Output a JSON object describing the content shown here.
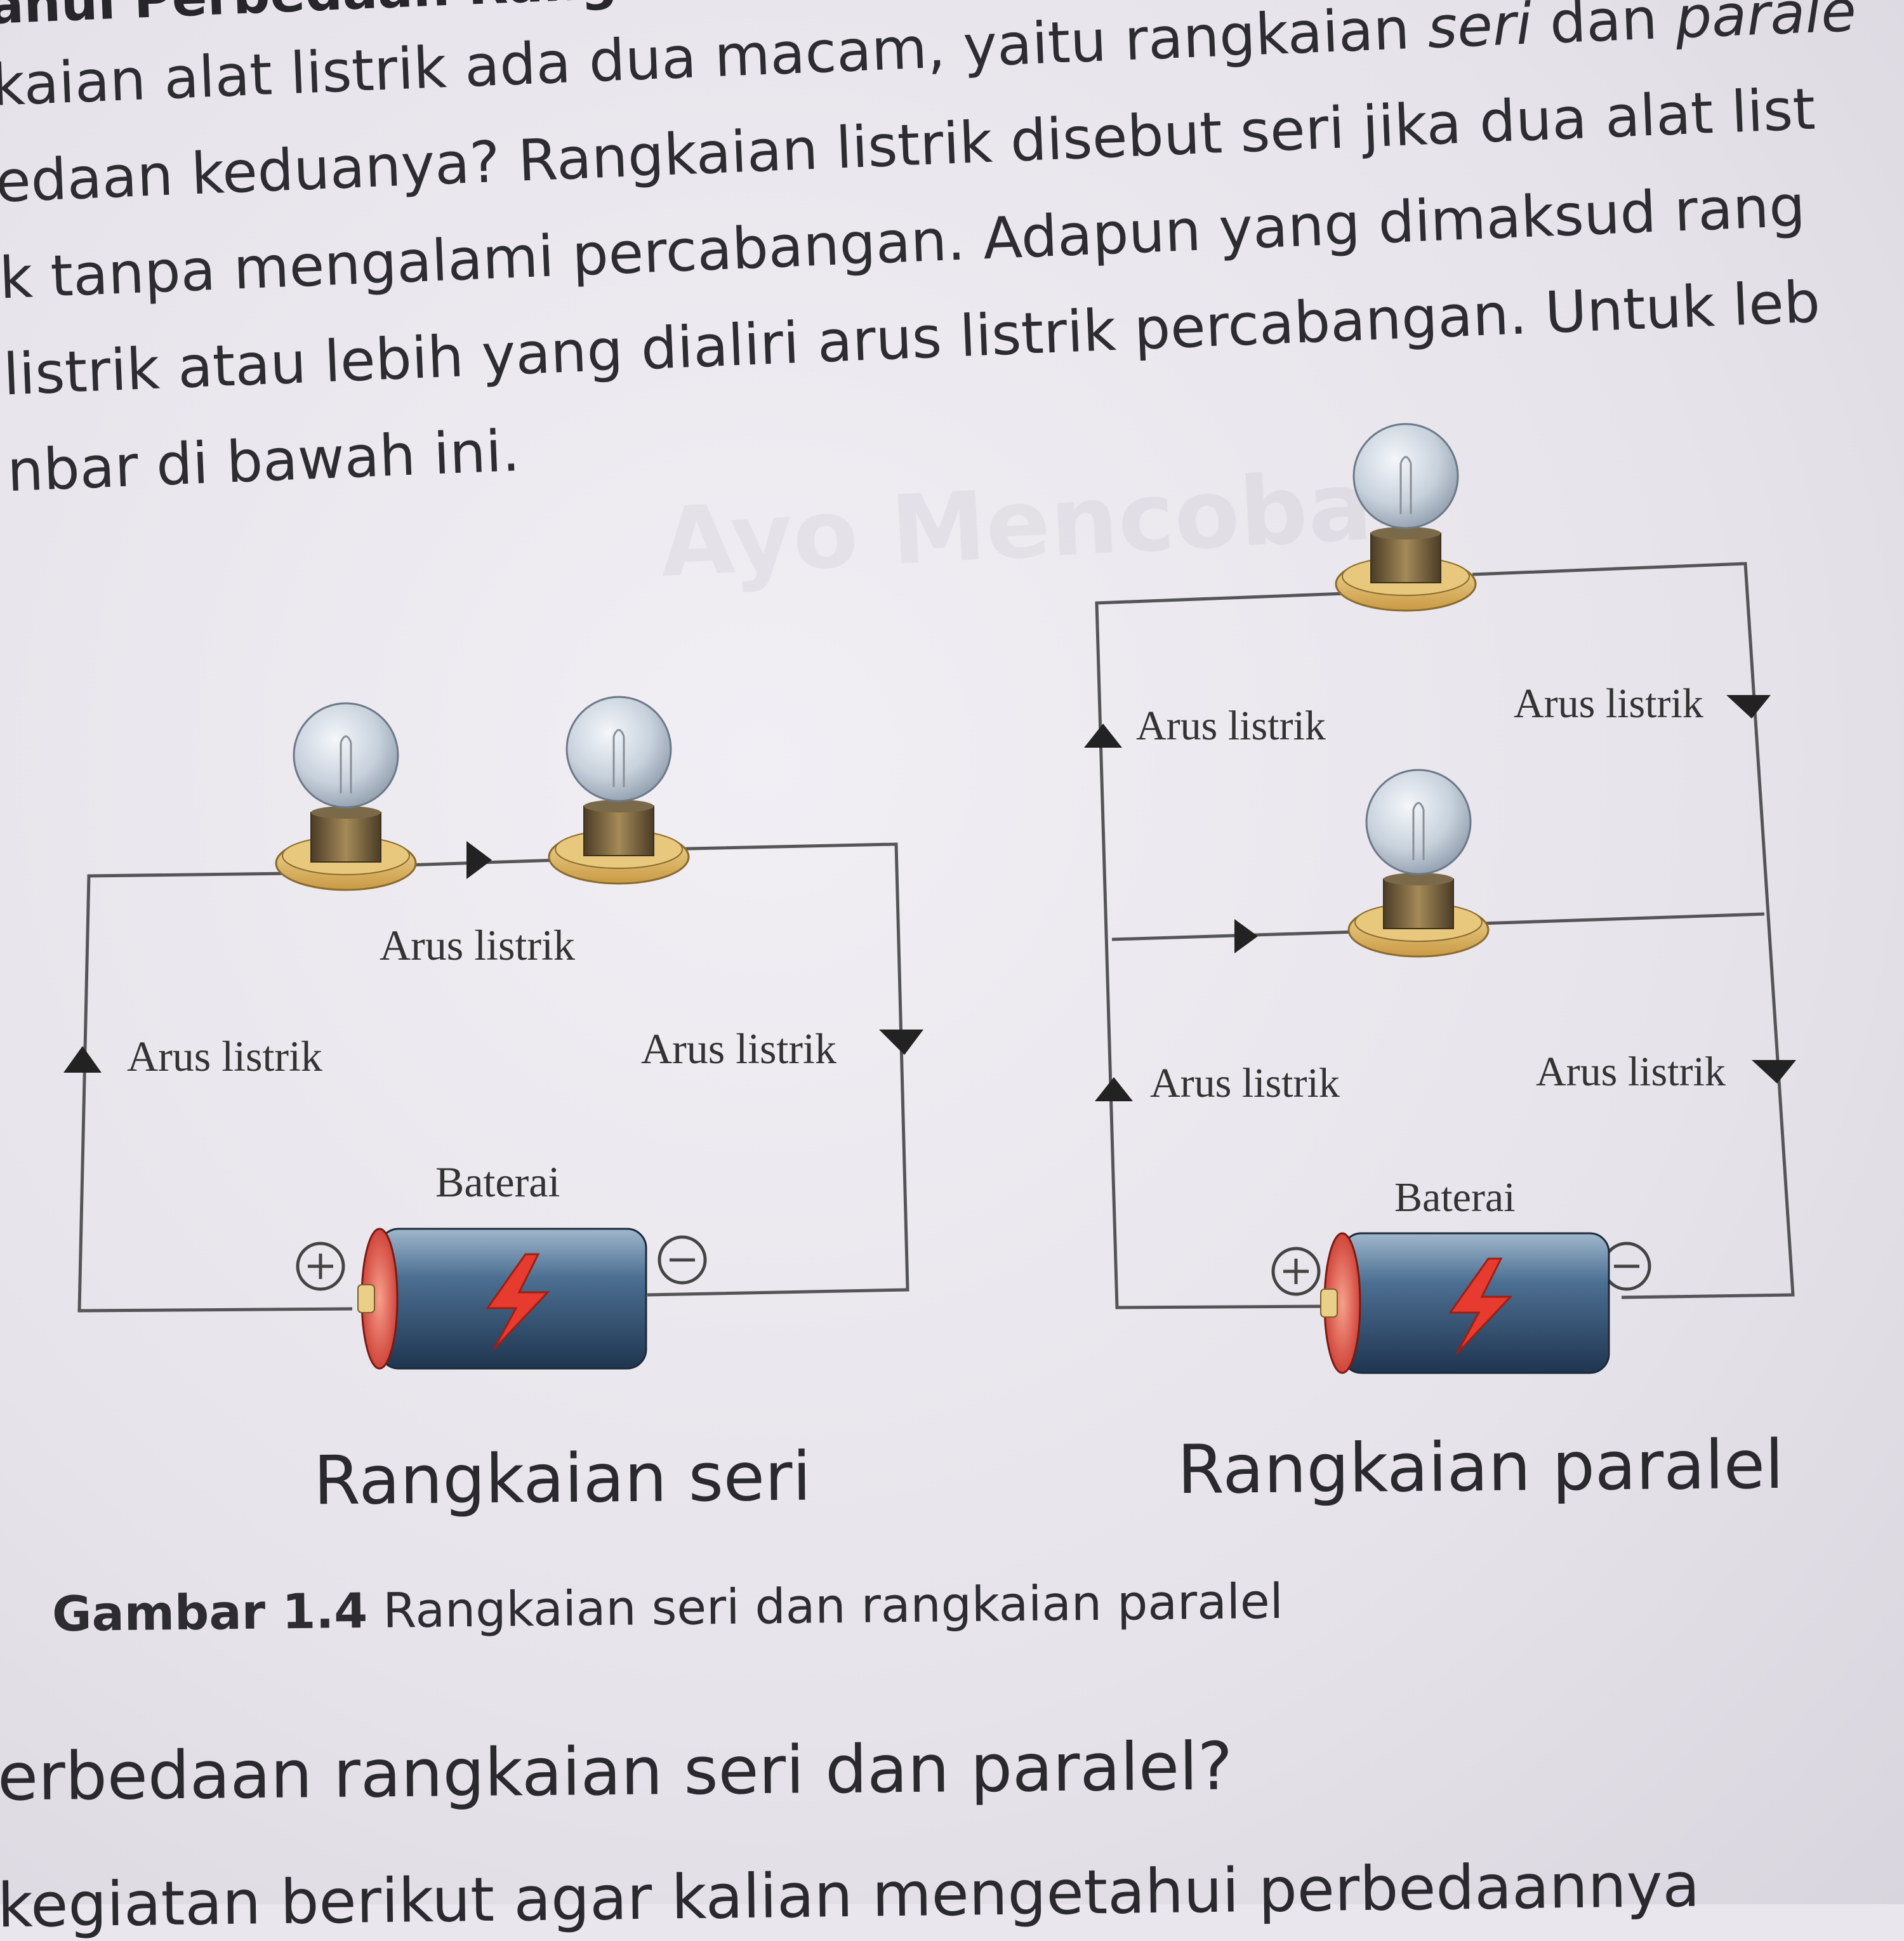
{
  "heading": "ahui Perbedaan Rangkaian",
  "paragraph": [
    {
      "a": "kaian alat listrik ada dua macam, yaitu rangkaian ",
      "em1": "seri",
      "b": " dan ",
      "em2": "parale"
    },
    {
      "a": "edaan keduanya? Rangkaian listrik disebut seri jika dua alat list"
    },
    {
      "a": "k tanpa mengalami percabangan. Adapun yang dimaksud rang"
    },
    {
      "a": "listrik atau lebih yang dialiri arus listrik percabangan. Untuk leb"
    },
    {
      "a": "nbar di bawah ini."
    }
  ],
  "watermark": "Ayo Mencoba",
  "series": {
    "title": "Rangkaian seri",
    "current_label": "Arus listrik",
    "battery_label": "Baterai"
  },
  "parallel": {
    "title": "Rangkaian paralel",
    "current_label": "Arus listrik",
    "battery_label": "Baterai"
  },
  "terminals": {
    "plus": "+",
    "minus": "−"
  },
  "caption": {
    "bold": "Gambar 1.4",
    "text": " Rangkaian seri dan rangkaian paralel"
  },
  "question": "erbedaan rangkaian seri dan paralel?",
  "cut_line": "kegiatan berikut agar kalian mengetahui perbedaannya",
  "colors": {
    "wire": "#555558",
    "bulb_glass": "#c9d2dc",
    "bulb_base": "#6b5a3a",
    "holder": "#d9b56a",
    "battery_body": "#3c5a78",
    "battery_cap": "#d9463a",
    "bolt": "#e63b2e"
  }
}
